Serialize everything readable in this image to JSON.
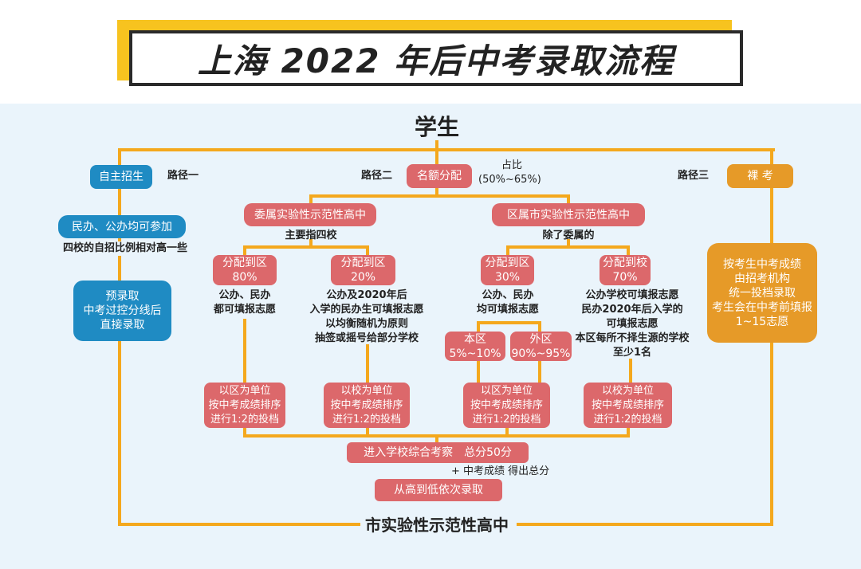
{
  "title": "上海 2022 年后中考录取流程",
  "root": "学生",
  "bottom": "市实验性示范性高中",
  "path1": {
    "label": "路径一",
    "box": "自主招生",
    "sub": "民办、公办均可参加",
    "note": "四校的自招比例相对高一些",
    "result": [
      "预录取",
      "中考过控分线后",
      "直接录取"
    ]
  },
  "path2": {
    "label": "路径二",
    "box": "名额分配",
    "ratio": [
      "占比",
      "(50%~65%)"
    ],
    "left": {
      "box": "委属实验性示范性高中",
      "note": "主要指四校",
      "a": {
        "box": [
          "分配到区",
          "80%"
        ],
        "desc": [
          "公办、民办",
          "都可填报志愿"
        ],
        "rank": [
          "以区为单位",
          "按中考成绩排序",
          "进行1:2的投档"
        ]
      },
      "b": {
        "box": [
          "分配到区",
          "20%"
        ],
        "desc": [
          "公办及2020年后",
          "入学的民办生可填报志愿",
          "以均衡随机为原则",
          "抽签或摇号给部分学校"
        ],
        "rank": [
          "以校为单位",
          "按中考成绩排序",
          "进行1:2的投档"
        ]
      }
    },
    "right": {
      "box": "区属市实验性示范性高中",
      "note": "除了委属的",
      "a": {
        "box": [
          "分配到区",
          "30%"
        ],
        "desc": [
          "公办、民办",
          "均可填报志愿"
        ],
        "local": [
          "本区",
          "5%~10%"
        ],
        "outer": [
          "外区",
          "90%~95%"
        ],
        "rank": [
          "以区为单位",
          "按中考成绩排序",
          "进行1:2的投档"
        ]
      },
      "b": {
        "box": [
          "分配到校",
          "70%"
        ],
        "desc": [
          "公办学校可填报志愿",
          "民办2020年后入学的",
          "可填报志愿",
          "本区每所不择生源的学校",
          "至少1名"
        ],
        "rank": [
          "以校为单位",
          "按中考成绩排序",
          "进行1:2的投档"
        ]
      }
    },
    "review": "进入学校综合考察　总分50分",
    "plus": "+ 中考成绩 得出总分",
    "admit": "从高到低依次录取"
  },
  "path3": {
    "label": "路径三",
    "box": "裸 考",
    "desc": [
      "按考生中考成绩",
      "由招考机构",
      "统一投档录取",
      "考生会在中考前填报",
      "1~15志愿"
    ]
  }
}
